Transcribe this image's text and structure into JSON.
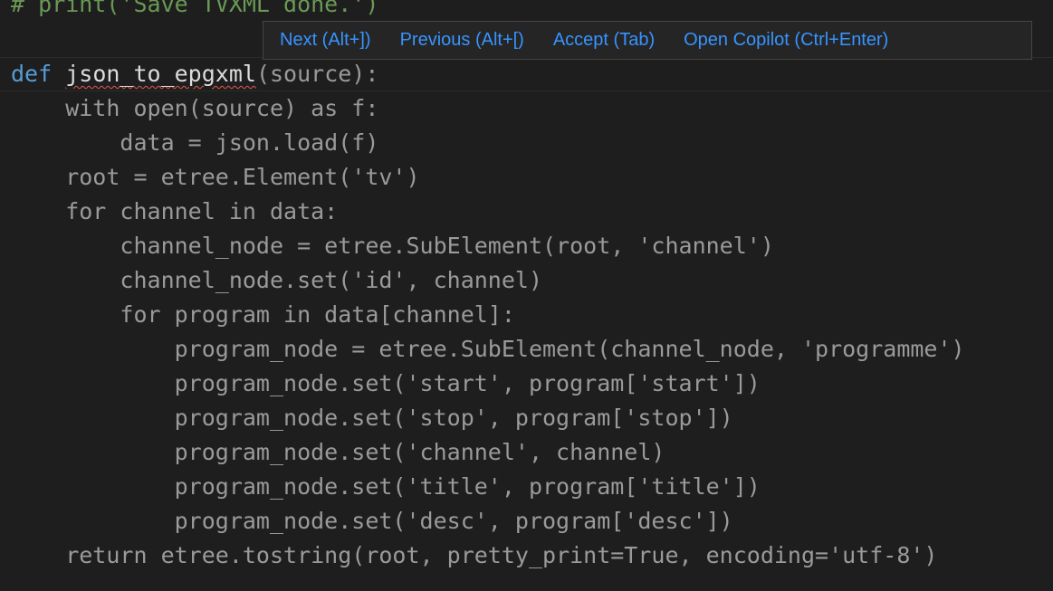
{
  "editor": {
    "comment_line": "# print('Save TVXML done.')",
    "def_keyword": "def",
    "function_name": "json_to_epgxml",
    "def_params": "(source):",
    "lines": [
      "    with open(source) as f:",
      "        data = json.load(f)",
      "    root = etree.Element('tv')",
      "    for channel in data:",
      "        channel_node = etree.SubElement(root, 'channel')",
      "        channel_node.set('id', channel)",
      "        for program in data[channel]:",
      "            program_node = etree.SubElement(channel_node, 'programme')",
      "            program_node.set('start', program['start'])",
      "            program_node.set('stop', program['stop'])",
      "            program_node.set('channel', channel)",
      "            program_node.set('title', program['title'])",
      "            program_node.set('desc', program['desc'])",
      "    return etree.tostring(root, pretty_print=True, encoding='utf-8')"
    ]
  },
  "copilot_toolbar": {
    "next": "Next (Alt+])",
    "previous": "Previous (Alt+[)",
    "accept": "Accept (Tab)",
    "open_copilot": "Open Copilot (Ctrl+Enter)"
  },
  "colors": {
    "background": "#1e1e1e",
    "keyword": "#569cd6",
    "comment": "#6a9955",
    "ghost_text": "#9a9a9a",
    "link": "#3794ff",
    "squiggle": "#e05a4a"
  }
}
